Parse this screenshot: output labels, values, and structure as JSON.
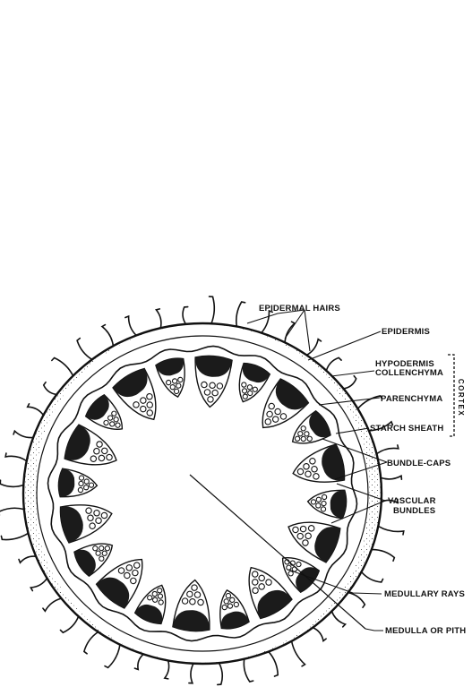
{
  "diagram": {
    "labels": {
      "epidermal_hairs": "EPIDERMAL HAIRS",
      "epidermis": "EPIDERMIS",
      "hypodermis_line1": "HYPODERMIS",
      "hypodermis_line2": "COLLENCHYMA",
      "cortex": "CORTEX",
      "parenchyma": "PARENCHYMA",
      "starch_sheath": "STARCH SHEATH",
      "bundle_caps": "BUNDLE-CAPS",
      "vascular_line1": "VASCULAR",
      "vascular_line2": "BUNDLES",
      "medullary_rays": "MEDULLARY RAYS",
      "medulla": "MEDULLA OR PITH"
    }
  }
}
